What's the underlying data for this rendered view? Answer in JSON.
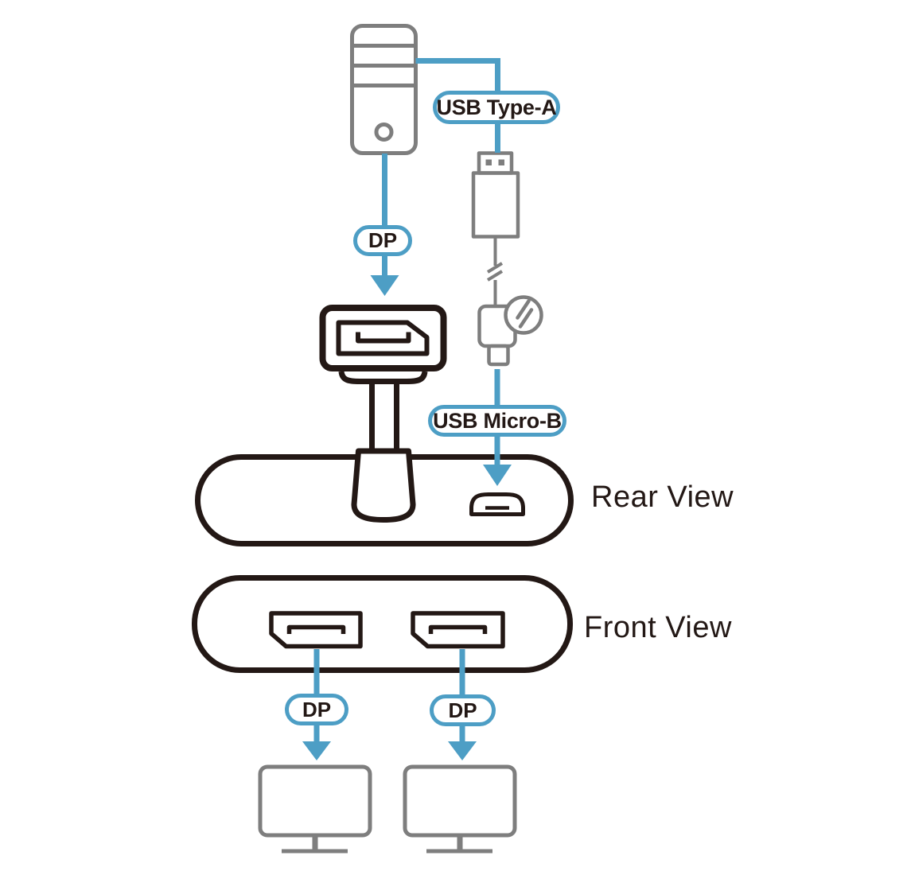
{
  "colors": {
    "accent": "#4D9EC5",
    "line_dark": "#231815",
    "line_gray": "#7E7E7E",
    "background": "#FFFFFF"
  },
  "connections": {
    "usb": {
      "type_a_label": "USB Type-A",
      "micro_b_label": "USB Micro-B"
    },
    "dp_in": {
      "label": "DP"
    },
    "dp_out": [
      {
        "label": "DP"
      },
      {
        "label": "DP"
      }
    ]
  },
  "views": {
    "rear": "Rear View",
    "front": "Front View"
  },
  "icons": {
    "computer_tower": "pc tower outline with drive slots and power button",
    "usb_type_a_plug": "usb type-a connector outline",
    "cable_break": "double slash cable break marks",
    "power_bolt": "lightning bolt inside circle",
    "usb_micro_b_plug": "usb micro-b connector outline",
    "dp_plug": "displayport connector outline",
    "usb_micro_b_port": "micro-b socket on rear view",
    "dp_port": "displayport socket on front view",
    "monitor": "monitor outline with stand"
  }
}
